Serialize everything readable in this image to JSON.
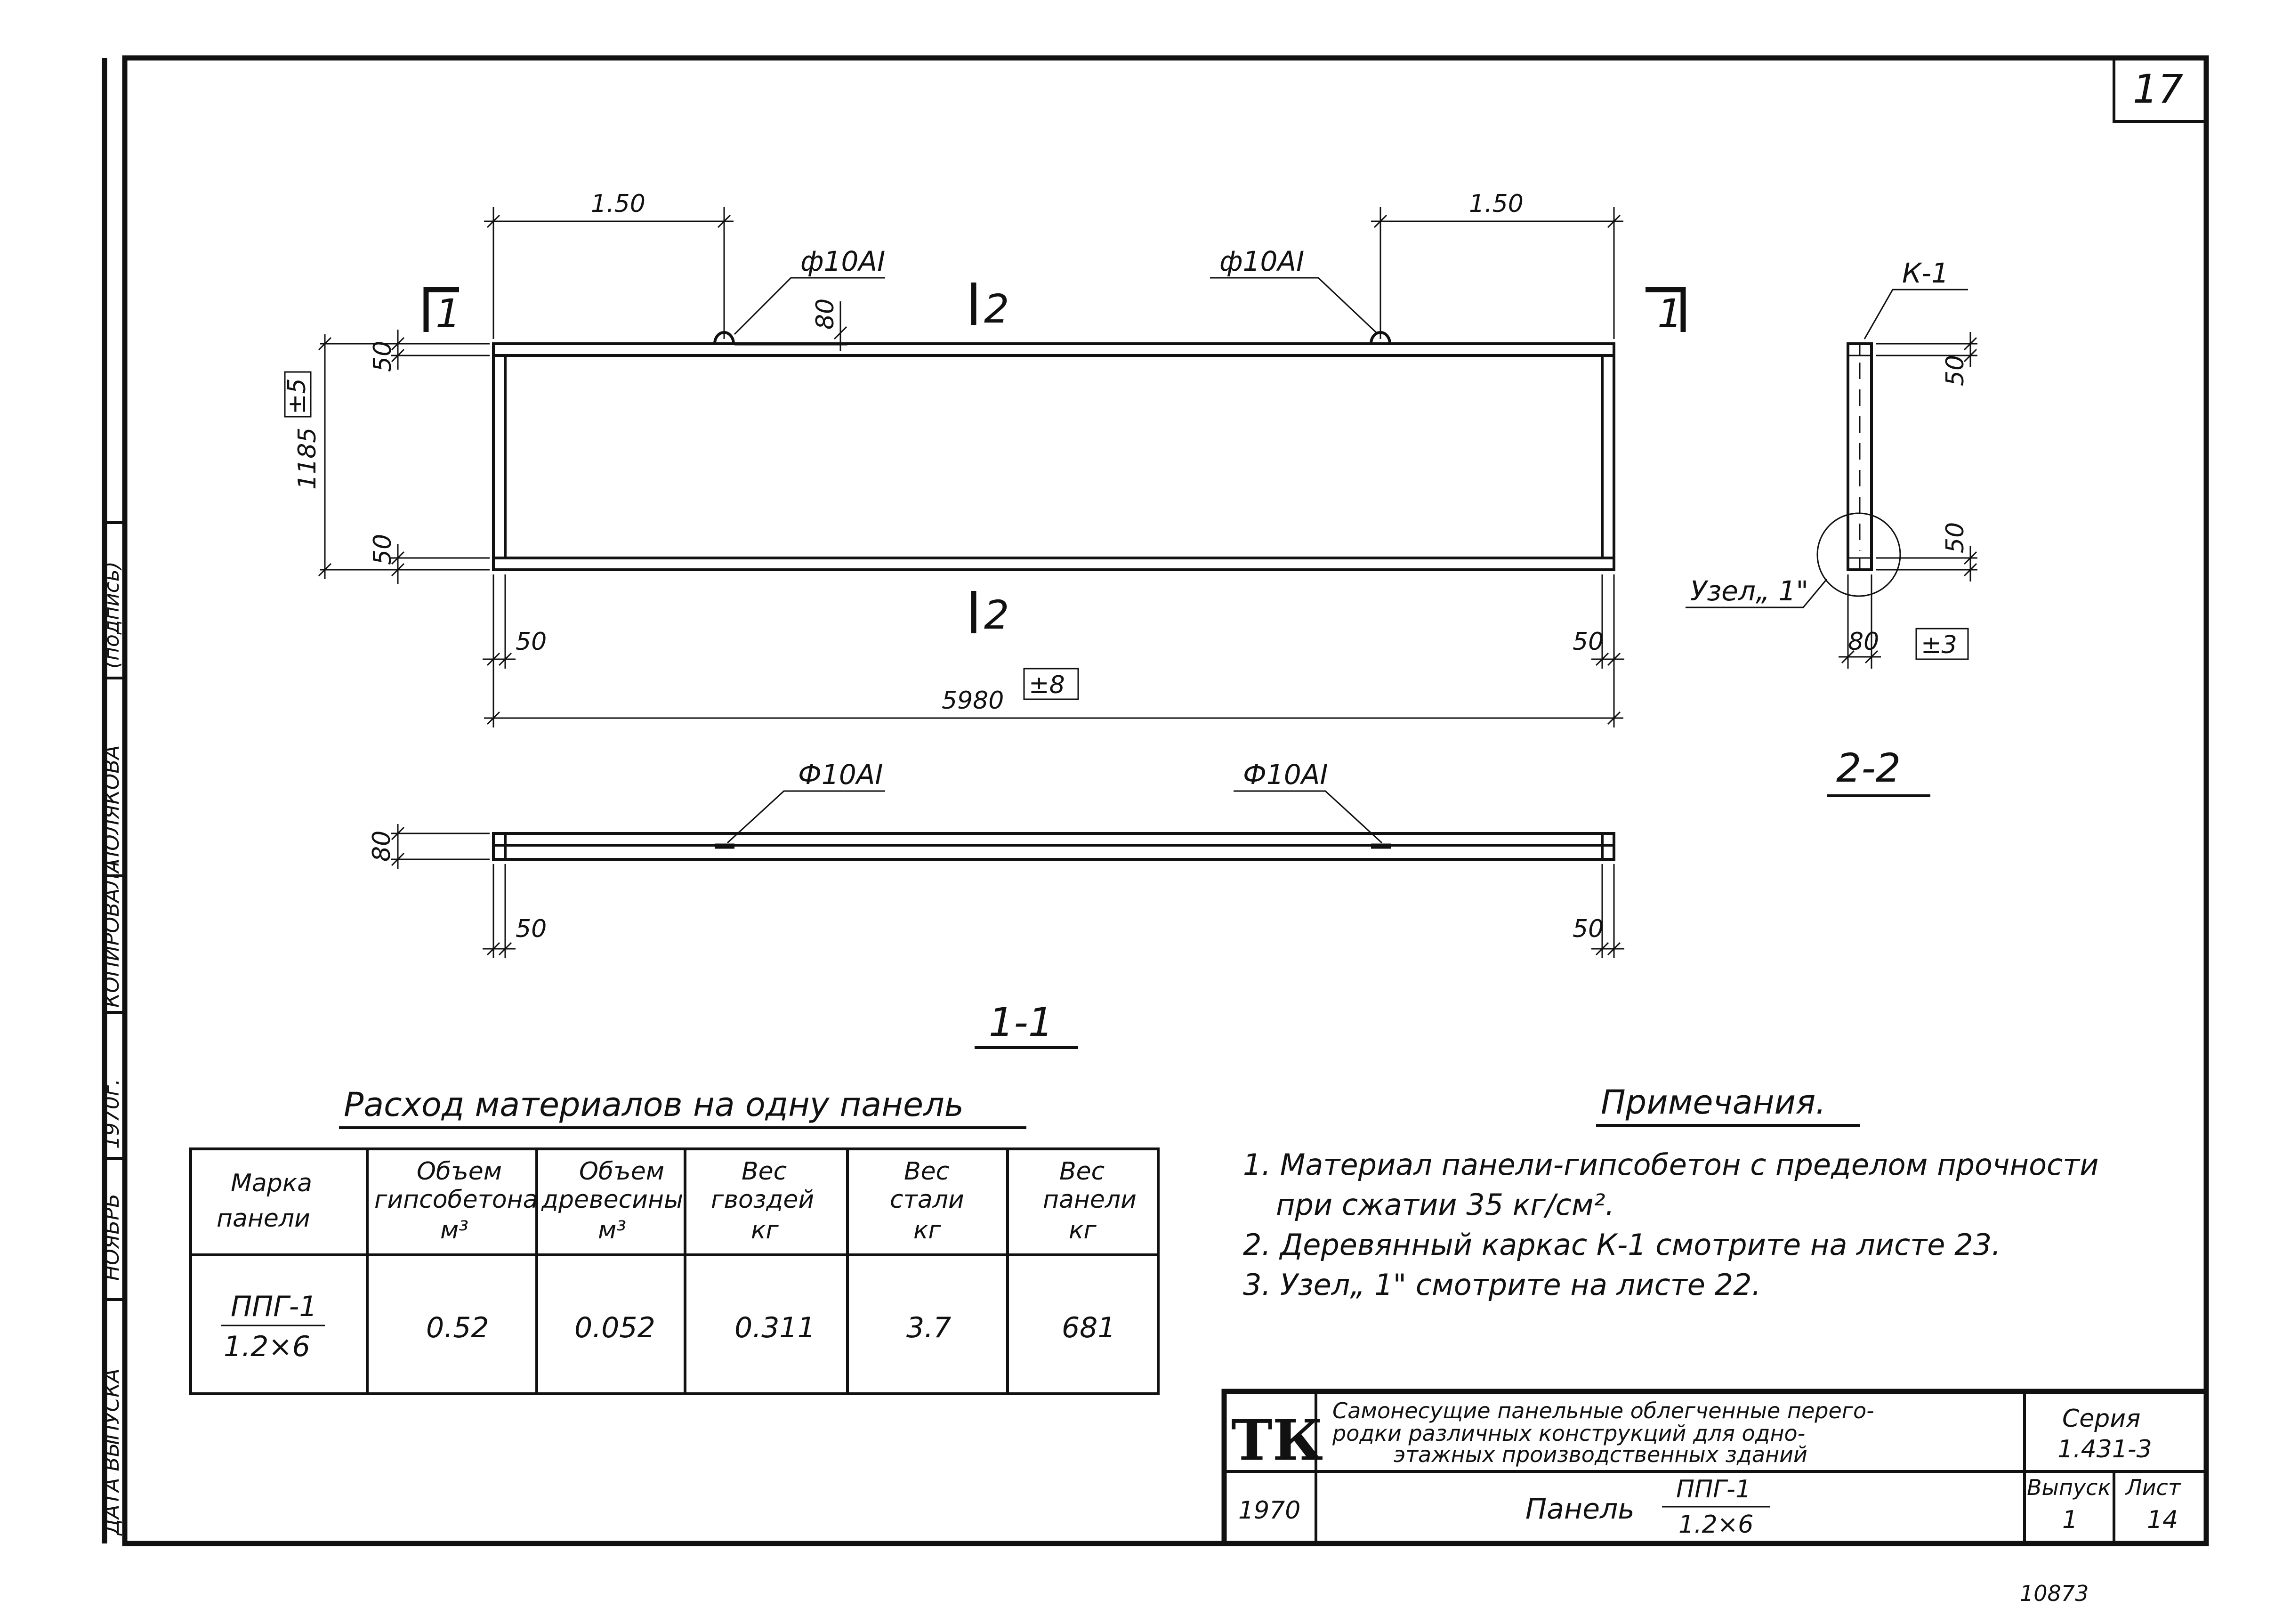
{
  "sheet_number": "17",
  "archive_number": "10873",
  "side_stamp": {
    "date_label": "ДАТА ВЫПУСКА",
    "month": "НОЯБРЬ",
    "year": "1970г.",
    "copied_label": "КОПИРОВАЛА",
    "copied_name": "ПОЛЯКОВА",
    "signature": "(подпись)"
  },
  "plan": {
    "dim_top_left": "1.50",
    "dim_top_right": "1.50",
    "rod_left": "ф10АI",
    "rod_right": "ф10АI",
    "dim_80": "80",
    "dim_50_top": "50",
    "dim_50_bottom": "50",
    "dim_height": "1185",
    "tol_height": "±5",
    "dim_50_left": "50",
    "dim_50_right": "50",
    "dim_length": "5980",
    "tol_length": "±8",
    "sect1_left": "1",
    "sect1_right": "1",
    "sect2_top": "2",
    "sect2_bottom": "2"
  },
  "section11": {
    "rod_left": "Ф10АI",
    "rod_right": "Ф10АI",
    "dim_80": "80",
    "dim_50_left": "50",
    "dim_50_right": "50",
    "title": "1-1"
  },
  "section22": {
    "frame_label": "К-1",
    "dim_50_top": "50",
    "dim_50_bottom": "50",
    "node_label": "Узел„ 1\"",
    "dim_80": "80",
    "tol": "±3",
    "title": "2-2"
  },
  "materials": {
    "title": "Расход материалов на одну панель",
    "headers": [
      [
        "Марка",
        "панели"
      ],
      [
        "Объем",
        "гипсобетона",
        "м³"
      ],
      [
        "Объем",
        "древесины",
        "м³"
      ],
      [
        "Вес",
        "гвоздей",
        "кг"
      ],
      [
        "Вес",
        "стали",
        "кг"
      ],
      [
        "Вес",
        "панели",
        "кг"
      ]
    ],
    "mark_numerator": "ППГ-1",
    "mark_denominator": "1.2×6",
    "values": [
      "0.52",
      "0.052",
      "0.311",
      "3.7",
      "681"
    ]
  },
  "notes": {
    "title": "Примечания.",
    "items": [
      "1. Материал панели-гипсобетон с пределом прочности",
      "при сжатии 35 кг/см².",
      "2. Деревянный каркас К-1 смотрите на листе 23.",
      "3. Узел„ 1\" смотрите на листе 22."
    ]
  },
  "title_block": {
    "logo": "ТК",
    "description": [
      "Самонесущие панельные облегченные перего-",
      "родки различных конструкций для одно-",
      "этажных производственных зданий"
    ],
    "series_label": "Серия",
    "series_value": "1.431-3",
    "year": "1970",
    "name_prefix": "Панель",
    "name_numerator": "ППГ-1",
    "name_denominator": "1.2×6",
    "issue_label": "Выпуск",
    "issue_value": "1",
    "sheet_label": "Лист",
    "sheet_value": "14"
  }
}
